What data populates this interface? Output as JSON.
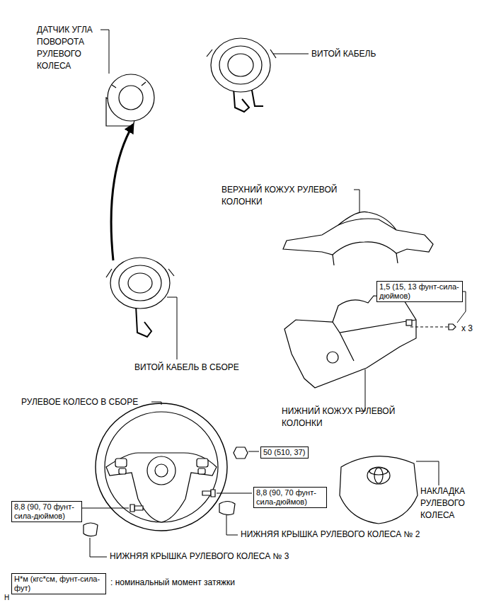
{
  "diagram": {
    "nodes": [
      {
        "text": [
          "1,5 (15, 13 фунт-сила-дюймов)"
        ]
      },
      {
        "text": [
          "50 (510, 37)"
        ]
      },
      {
        "text": [
          "8,8 (90, 70 фунт-сила-дюймов)"
        ]
      },
      {
        "text": [
          "8,8 (90, 70 фунт-сила-дюймов)"
        ]
      },
      {
        "text": [
          "Н*м (кгс*см, фунт-сила-фут)"
        ]
      }
    ],
    "labels": [
      "ДАТЧИК УГЛА ПОВОРОТА РУЛЕВОГО КОЛЕСА",
      "ВИТОЙ КАБЕЛЬ",
      "ВЕРХНИЙ КОЖУХ РУЛЕВОЙ КОЛОНКИ",
      "x 3",
      "ВИТОЙ КАБЕЛЬ В СБОРЕ",
      "НИЖНИЙ КОЖУХ РУЛЕВОЙ КОЛОНКИ",
      "РУЛЕВОЕ КОЛЕСО В СБОРЕ",
      "НАКЛАДКА РУЛЕВОГО КОЛЕСА",
      "НИЖНЯЯ КРЫШКА РУЛЕВОГО КОЛЕСА № 2",
      "НИЖНЯЯ КРЫШКА РУЛЕВОГО КОЛЕСА № 3",
      ": номинальный момент затяжки",
      "Н"
    ]
  }
}
